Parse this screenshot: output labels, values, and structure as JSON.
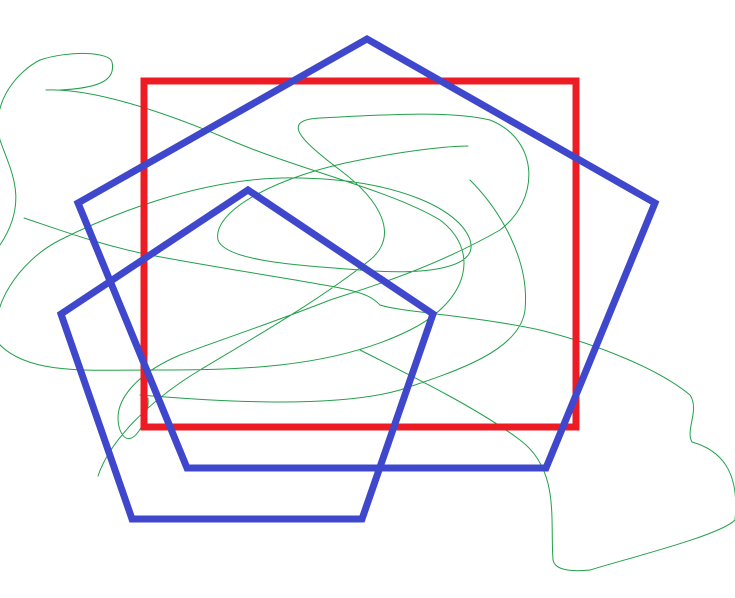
{
  "drawing": {
    "shapes": [
      {
        "kind": "rectangle",
        "stroke_color": "#ed1c24"
      },
      {
        "kind": "pentagon",
        "stroke_color": "#3f48cc"
      },
      {
        "kind": "pentagon",
        "stroke_color": "#3f48cc"
      },
      {
        "kind": "freehand-curve",
        "stroke_color": "#22a04a"
      }
    ]
  }
}
